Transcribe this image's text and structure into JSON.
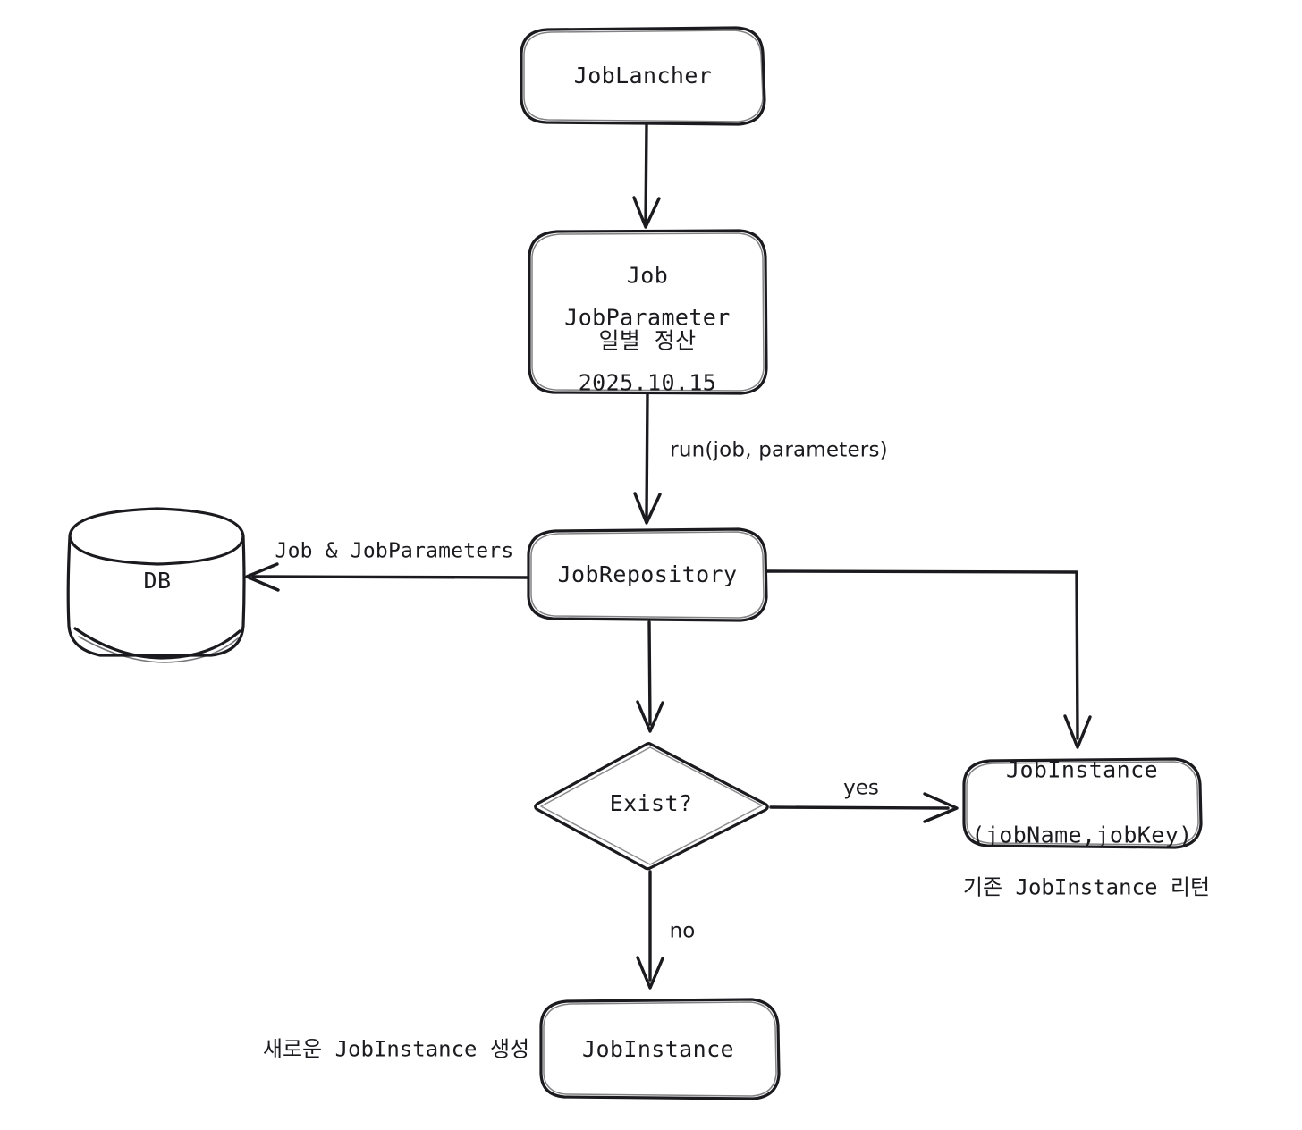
{
  "diagram": {
    "title": "Spring Batch Job Launch Flow",
    "background_color": "#ffffff",
    "stroke_color": "#1b1b1f",
    "nodes": {
      "job_lancher": {
        "label": "JobLancher",
        "shape": "rounded-rectangle"
      },
      "job": {
        "line1": "Job",
        "line2": "일별 정산",
        "line3": "JobParameter",
        "line4": "2025.10.15",
        "shape": "rounded-rectangle"
      },
      "db": {
        "label": "DB",
        "shape": "cylinder"
      },
      "job_repository": {
        "label": "JobRepository",
        "shape": "rounded-rectangle"
      },
      "exist_decision": {
        "label": "Exist?",
        "shape": "diamond"
      },
      "job_instance_existing": {
        "line1": "JobInstance",
        "line2": "(jobName,jobKey)",
        "shape": "rounded-rectangle"
      },
      "job_instance_new": {
        "label": "JobInstance",
        "shape": "rounded-rectangle"
      }
    },
    "edges": {
      "lancher_to_job": {
        "label": ""
      },
      "job_to_repository": {
        "label": "run(job, parameters)"
      },
      "repository_to_db": {
        "label": "Job & JobParameters"
      },
      "repository_to_decision": {
        "label": ""
      },
      "repository_to_instance": {
        "label": ""
      },
      "decision_yes": {
        "label": "yes"
      },
      "decision_no": {
        "label": "no"
      }
    },
    "captions": {
      "existing_instance": "기존 JobInstance 리턴",
      "new_instance": "새로운 JobInstance 생성"
    }
  }
}
